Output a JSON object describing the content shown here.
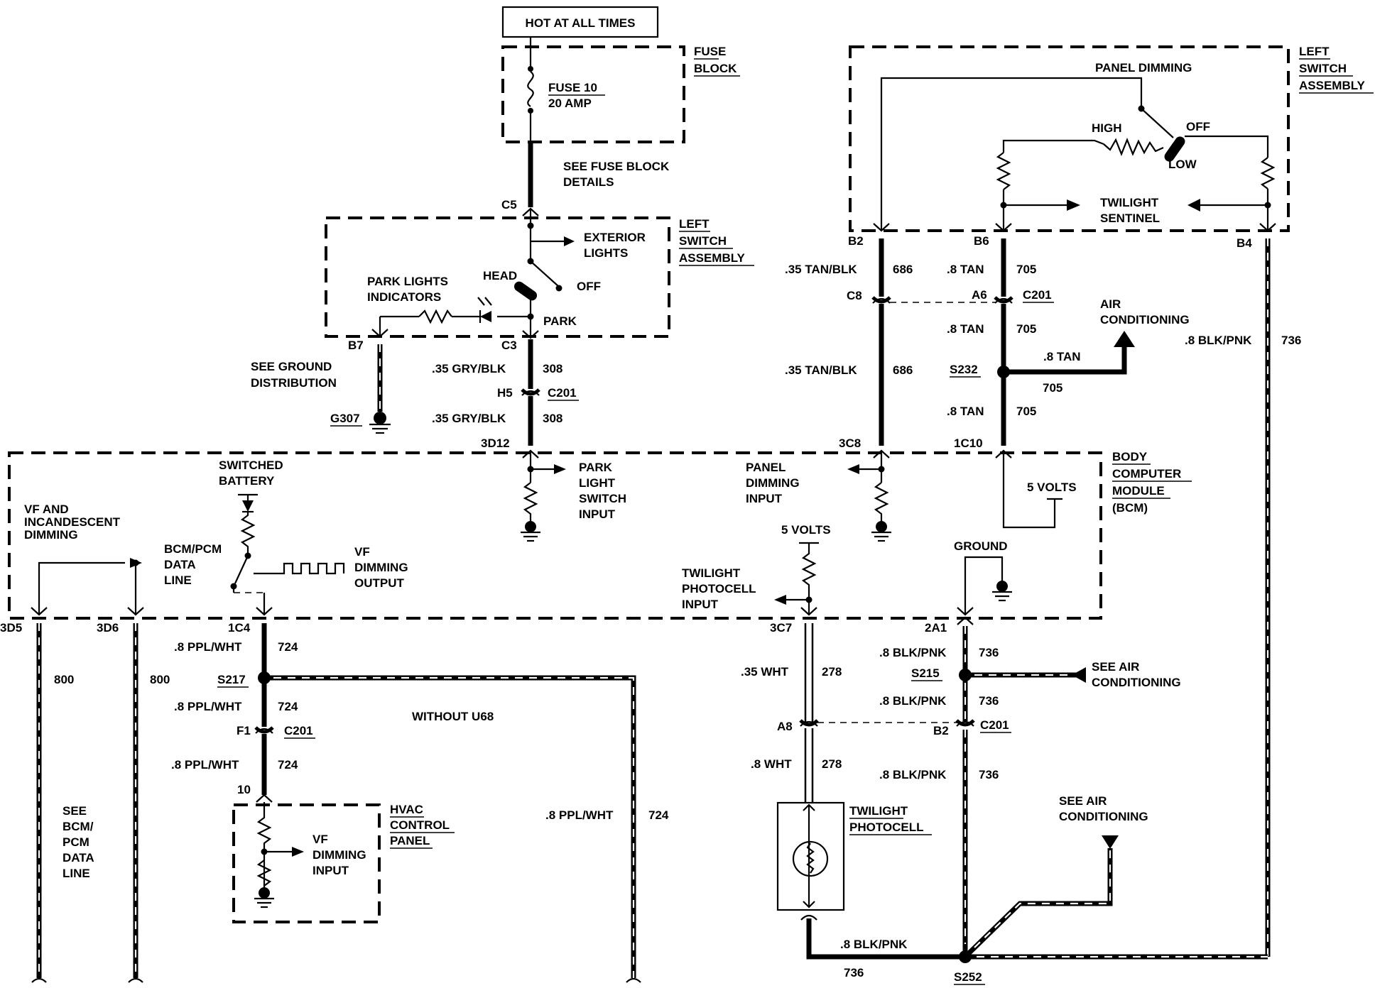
{
  "power": {
    "hot_label": "HOT AT ALL TIMES"
  },
  "fuse_block": {
    "name_line1": "FUSE",
    "name_line2": "BLOCK",
    "fuse_line1": "FUSE 10",
    "fuse_line2": "20 AMP",
    "details_line1": "SEE FUSE BLOCK",
    "details_line2": "DETAILS"
  },
  "headlamp_switch": {
    "name_line1": "LEFT",
    "name_line2": "SWITCH",
    "name_line3": "ASSEMBLY",
    "connector_in": "C5",
    "exterior_line1": "EXTERIOR",
    "exterior_line2": "LIGHTS",
    "head": "HEAD",
    "off": "OFF",
    "park": "PARK",
    "indicator_line1": "PARK LIGHTS",
    "indicator_line2": "INDICATORS",
    "pin_b7": "B7",
    "pin_c3": "C3"
  },
  "ground_g307": {
    "text_line1": "SEE GROUND",
    "text_line2": "DISTRIBUTION",
    "ground_id": "G307"
  },
  "circuit_308": {
    "wire1": ".35 GRY/BLK",
    "num1": "308",
    "conn_pin": "H5",
    "conn_id": "C201",
    "wire2": ".35 GRY/BLK",
    "num2": "308",
    "bcm_pin": "3D12"
  },
  "dimmer_switch": {
    "name_line1": "LEFT",
    "name_line2": "SWITCH",
    "name_line3": "ASSEMBLY",
    "title": "PANEL DIMMING",
    "high": "HIGH",
    "off": "OFF",
    "low": "LOW",
    "sentinel_line1": "TWILIGHT",
    "sentinel_line2": "SENTINEL",
    "pin_b2": "B2",
    "pin_b6": "B6",
    "pin_b4": "B4"
  },
  "circuit_686": {
    "wire1": ".35 TAN/BLK",
    "num1": "686",
    "conn_pin": "C8",
    "wire2": ".35 TAN/BLK",
    "num2": "686",
    "bcm_pin": "3C8"
  },
  "circuit_705": {
    "wire1": ".8 TAN",
    "num1": "705",
    "conn_pin": "A6",
    "conn_id": "C201",
    "wire2": ".8 TAN",
    "num2": "705",
    "splice": "S232",
    "branch_wire": ".8 TAN",
    "branch_num": "705",
    "wire3": ".8 TAN",
    "num3": "705",
    "bcm_pin": "1C10",
    "ac_line1": "AIR",
    "ac_line2": "CONDITIONING"
  },
  "circuit_736_right": {
    "wire": ".8 BLK/PNK",
    "num": "736"
  },
  "bcm": {
    "name_line1": "BODY",
    "name_line2": "COMPUTER",
    "name_line3": "MODULE",
    "name_line4": "(BCM)",
    "park_input_line1": "PARK",
    "park_input_line2": "LIGHT",
    "park_input_line3": "SWITCH",
    "park_input_line4": "INPUT",
    "panel_input_line1": "PANEL",
    "panel_input_line2": "DIMMING",
    "panel_input_line3": "INPUT",
    "five_volts_a": "5 VOLTS",
    "five_volts_b": "5 VOLTS",
    "switched_line1": "SWITCHED",
    "switched_line2": "BATTERY",
    "vf_line1": "VF AND",
    "vf_line2": "INCANDESCENT",
    "vf_line3": "DIMMING",
    "data_line1": "BCM/PCM",
    "data_line2": "DATA",
    "data_line3": "LINE",
    "vf_out_line1": "VF",
    "vf_out_line2": "DIMMING",
    "vf_out_line3": "OUTPUT",
    "photo_input_line1": "TWILIGHT",
    "photo_input_line2": "PHOTOCELL",
    "photo_input_line3": "INPUT",
    "ground": "GROUND",
    "pin_3d5": "3D5",
    "pin_3d6": "3D6",
    "pin_1c4": "1C4",
    "pin_3c7": "3C7",
    "pin_2a1": "2A1"
  },
  "circuit_800": {
    "num_left": "800",
    "num_right": "800",
    "see_line1": "SEE",
    "see_line2": "BCM/",
    "see_line3": "PCM",
    "see_line4": "DATA",
    "see_line5": "LINE"
  },
  "circuit_724": {
    "wire1": ".8 PPL/WHT",
    "num1": "724",
    "splice": "S217",
    "wire2": ".8 PPL/WHT",
    "num2": "724",
    "conn_pin": "F1",
    "conn_id": "C201",
    "wire3": ".8 PPL/WHT",
    "num3": "724",
    "hvac_pin": "10",
    "without": "WITHOUT U68",
    "wire4": ".8 PPL/WHT",
    "num4": "724"
  },
  "hvac": {
    "name_line1": "HVAC",
    "name_line2": "CONTROL",
    "name_line3": "PANEL",
    "input_line1": "VF",
    "input_line2": "DIMMING",
    "input_line3": "INPUT"
  },
  "circuit_278": {
    "wire1": ".35 WHT",
    "num1": "278",
    "conn_pin": "A8",
    "wire2": ".8 WHT",
    "num2": "278"
  },
  "photocell": {
    "name_line1": "TWILIGHT",
    "name_line2": "PHOTOCELL"
  },
  "circuit_736": {
    "wire1": ".8 BLK/PNK",
    "num1": "736",
    "splice1": "S215",
    "wire2": ".8 BLK/PNK",
    "num2": "736",
    "conn_pin": "B2",
    "conn_id": "C201",
    "wire3": ".8 BLK/PNK",
    "num3": "736",
    "bottom_wire": ".8 BLK/PNK",
    "bottom_num": "736",
    "splice2": "S252",
    "ac1_line1": "SEE AIR",
    "ac1_line2": "CONDITIONING",
    "ac2_line1": "SEE AIR",
    "ac2_line2": "CONDITIONING"
  }
}
